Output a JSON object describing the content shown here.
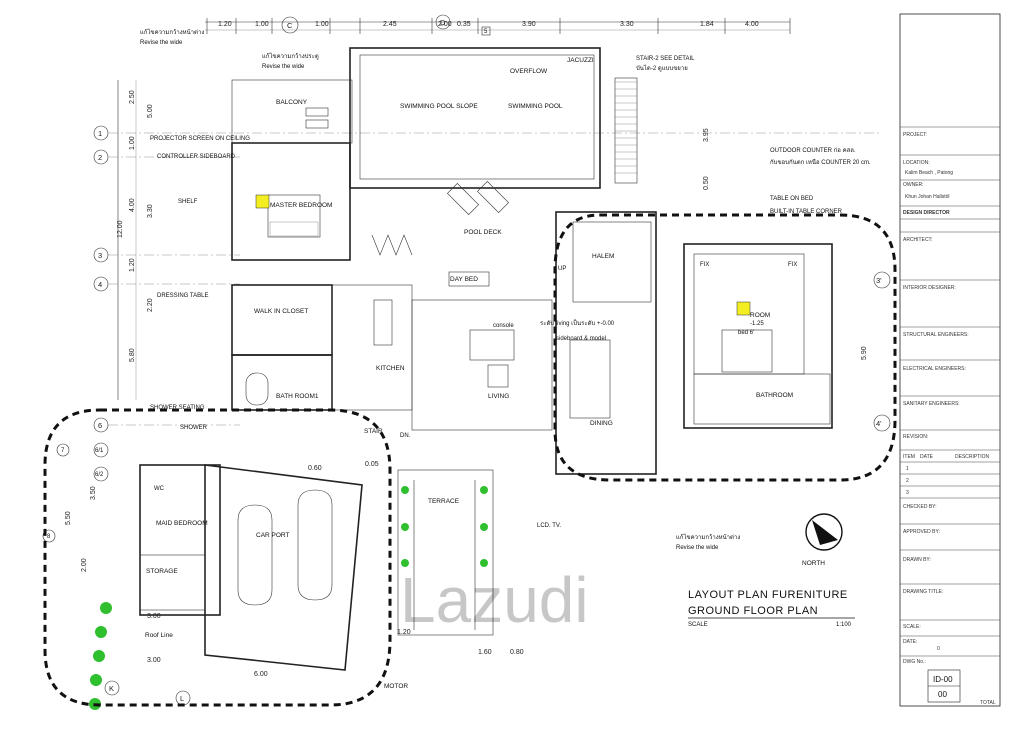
{
  "plan": {
    "title_line1": "LAYOUT PLAN FURENITURE",
    "title_line2": "GROUND FLOOR PLAN",
    "scale_label": "SCALE",
    "scale_value": "1:100",
    "north_label": "NORTH",
    "watermark": "Lazudi"
  },
  "dimensions": {
    "top": [
      "1.20",
      "1.00",
      "1.00",
      "2.45",
      "2.00",
      "0.35",
      "3.90",
      "3.30",
      "1.84",
      "4.00"
    ],
    "left": [
      "2.50",
      "5.00",
      "1.00",
      "4.00",
      "3.30",
      "12.00",
      "1.20",
      "2.20",
      "5.80"
    ],
    "right": [
      "3.95",
      "5.90",
      "0.50"
    ],
    "bottom": [
      "1.20",
      "1.60",
      "0.80",
      "3.00",
      "3.00",
      "6.00",
      "2.00",
      "5.50",
      "3.50",
      "0.60",
      "0.05"
    ]
  },
  "grid": {
    "rows": [
      "1",
      "2",
      "3",
      "4",
      "6",
      "6/1",
      "6/2",
      "7",
      "8",
      "3'",
      "4'"
    ],
    "columns": [
      "K",
      "L",
      "C",
      "D",
      "5"
    ]
  },
  "rooms": {
    "balcony": "BALCONY",
    "master_bedroom": "MASTER BEDROOM",
    "swimming_pool_slope": "SWIMMING POOL SLOPE",
    "swimming_pool": "SWIMMING POOL",
    "overflow": "OVERFLOW",
    "jacuzzi": "JACUZZI",
    "pool_deck": "POOL DECK",
    "day_bed": "DAY BED",
    "walk_in_closet": "WALK IN CLOSET",
    "bath_room1": "BATH ROOM1",
    "kitchen": "KITCHEN",
    "living": "LIVING",
    "dining": "DINING",
    "salem": "HALEM",
    "room": "ROOM",
    "bathroom": "BATHROOM",
    "maid_bedroom": "MAID BEDROOM",
    "car_port": "CAR PORT",
    "storage": "STORAGE",
    "terrace": "TERRACE",
    "stair": "STAIR",
    "wc": "WC",
    "motor": "MOTOR",
    "bed": "bed 6'"
  },
  "notes": {
    "revise_wide_th": "แก้ไขความกว้างหน้าต่าง",
    "revise_wide": "Revise the wide",
    "revise_wide2_th": "แก้ไขความกว้างประตู",
    "revise_wide2": "Revise the wide",
    "projector": "PROJECTOR SCREEN ON CEILING",
    "controller": "CONTROLLER SIDEBOARD",
    "shelf": "SHELF",
    "dressing_table": "DRESSING TABLE",
    "shower_seating": "SHOWER SEATING",
    "shower": "SHOWER",
    "roof_line": "Roof Line",
    "stair2_detail": "STAIR-2 SEE DETAIL",
    "stair2_th": "บันได-2 ดูแบบขยาย",
    "outdoor_counter": "OUTDOOR COUNTER ก่อ คสล.",
    "outdoor_counter_th": "กับขอบกันตก เหนือ COUNTER 20 cm.",
    "table_on_bed": "TABLE ON BED",
    "built_in_table": "BUILT-IN TABLE CORNER",
    "console": "console",
    "sideboard": "sideboard & model",
    "living_level": "ระดับ living เป็นระดับ +-0.00",
    "lcd_tv": "LCD. TV.",
    "revise_bottom_th": "แก้ไขความกว้างหน้าต่าง",
    "revise_bottom": "Revise the wide",
    "level_room": "-1.25",
    "fix": "FIX",
    "up": "UP",
    "dn": "DN."
  },
  "title_block": {
    "project": "PROJECT:",
    "location": "LOCATION:",
    "location_val": "Kalim Beach , Patong",
    "owner": "OWNER:",
    "owner_val": "Khun  Johan  Hallstöl",
    "design_director": "DESIGN DIRECTOR",
    "architect": "ARCHITECT:",
    "interior": "INTERIOR DESIGNER:",
    "structural": "STRUCTURAL ENGINEERS:",
    "electrical": "ELECTRICAL ENGINEERS:",
    "sanitary": "SANITARY ENGINEERS:",
    "revision": "REVISION:",
    "rev_item": "ITEM",
    "rev_date": "DATE",
    "rev_desc": "DESCRIPTION",
    "rev_rows": [
      "1",
      "2",
      "3"
    ],
    "checked": "CHECKED BY:",
    "approved": "APPROVED BY:",
    "drawn": "DRAWN BY:",
    "drawing_title": "DRAWING TITLE:",
    "scale": "SCALE:",
    "date": "DATE:",
    "date_val": "0",
    "dwg_no": "DWG No.:",
    "dwg_val": "ID-00",
    "sheet_val": "00",
    "total": "TOTAL"
  }
}
